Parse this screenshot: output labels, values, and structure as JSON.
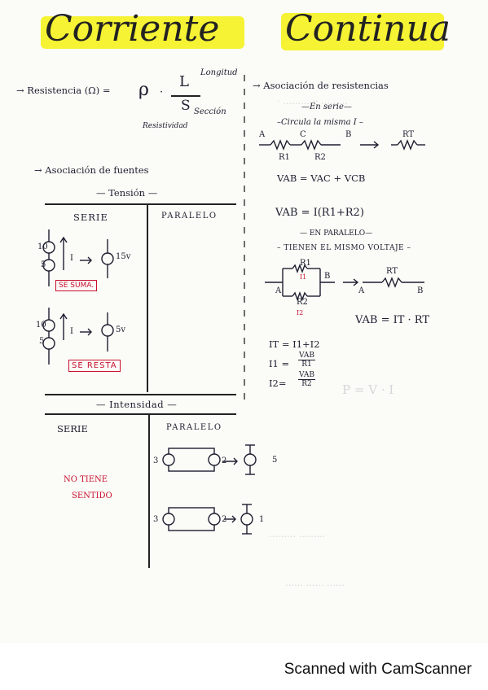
{
  "title": {
    "word1": "Corriente",
    "word2": "Continua"
  },
  "resistencia": {
    "label": "→ Resistencia (Ω) =",
    "rho": "ρ",
    "dot": "·",
    "L": "L",
    "S": "S",
    "longitud": "Longitud",
    "seccion": "Sección",
    "resistividad": "Resistividad"
  },
  "fuentes": {
    "heading": "→ Asociación de fuentes",
    "tension": "— Tensión —",
    "serie": "SERIE",
    "paralelo": "PARALELO",
    "top_10": "10",
    "top_5": "5",
    "top_I": "I",
    "top_15": "15v",
    "se_suma": "SE SUMA.",
    "bot_10": "10",
    "bot_5": "5",
    "bot_I": "I",
    "bot_5v": "5v",
    "se_resta": "SE RESTA"
  },
  "intensidad": {
    "heading": "— Intensidad —",
    "serie": "SERIE",
    "paralelo": "PARALELO",
    "no_tiene": "NO TIENE",
    "sentido": "SENTIDO",
    "c1_3": "3",
    "c1_2": "2",
    "c1_5": "5",
    "c2_3": "3",
    "c2_2": "2",
    "c2_1": "1"
  },
  "asociacion_res": {
    "heading": "→ Asociación de resistencias",
    "en_serie": "—En serie—",
    "circula": "–Circula la misma I –",
    "A": "A",
    "C": "C",
    "B": "B",
    "R1": "R1",
    "R2": "R2",
    "RT": "RT",
    "vab_sum": "VAB = VAC + VCB",
    "vab_eq": "VAB = I(R1+R2)",
    "en_paralelo": "— EN PARALELO—",
    "mismo_voltaje": "– TIENEN EL MISMO VOLTAJE –",
    "p_R1": "R1",
    "p_I1": "I1",
    "p_R2": "R2",
    "p_I2": "I2",
    "p_A": "A",
    "p_B": "B",
    "p_RT": "RT",
    "p_A2": "A",
    "p_B2": "B",
    "vab_rt": "VAB = IT · RT",
    "it_sum": "IT = I1+I2",
    "i1": "I1 =",
    "i1_num": "VAB",
    "i1_den": "R1",
    "i2": "I2=",
    "i2_num": "VAB",
    "i2_den": "R2"
  },
  "footer": "Scanned with CamScanner",
  "colors": {
    "highlight": "#f4f21d",
    "red": "#c8102e",
    "ink": "#1d1d30"
  }
}
